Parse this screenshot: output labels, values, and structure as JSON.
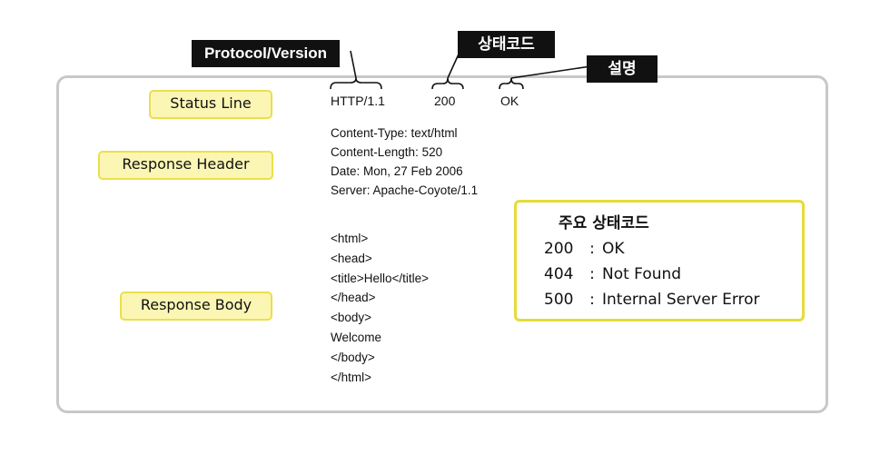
{
  "labels": {
    "protocol_version": "Protocol/Version",
    "status_code": "상태코드",
    "description": "설명"
  },
  "sections": {
    "status_line": "Status  Line",
    "response_header": "Response  Header",
    "response_body": "Response Body"
  },
  "status_line": {
    "protocol": "HTTP/1.1",
    "code": "200",
    "message": "OK"
  },
  "headers": [
    "Content-Type: text/html",
    "Content-Length: 520",
    "Date: Mon, 27 Feb 2006",
    "Server: Apache-Coyote/1.1"
  ],
  "body_lines": [
    "<html>",
    "<head>",
    "<title>Hello</title>",
    "</head>",
    "<body>",
    "Welcome",
    "</body>",
    "</html>"
  ],
  "main_codes": {
    "title": "주요 상태코드",
    "separator": ":",
    "items": [
      {
        "code": "200",
        "text": "OK"
      },
      {
        "code": "404",
        "text": "Not Found"
      },
      {
        "code": "500",
        "text": "Internal Server Error"
      }
    ]
  },
  "colors": {
    "label_bg": "#111111",
    "section_bg": "#fbf6b4",
    "section_border": "#eadf4e",
    "codes_border": "#e6da39",
    "frame_border": "#c8c8c8"
  }
}
